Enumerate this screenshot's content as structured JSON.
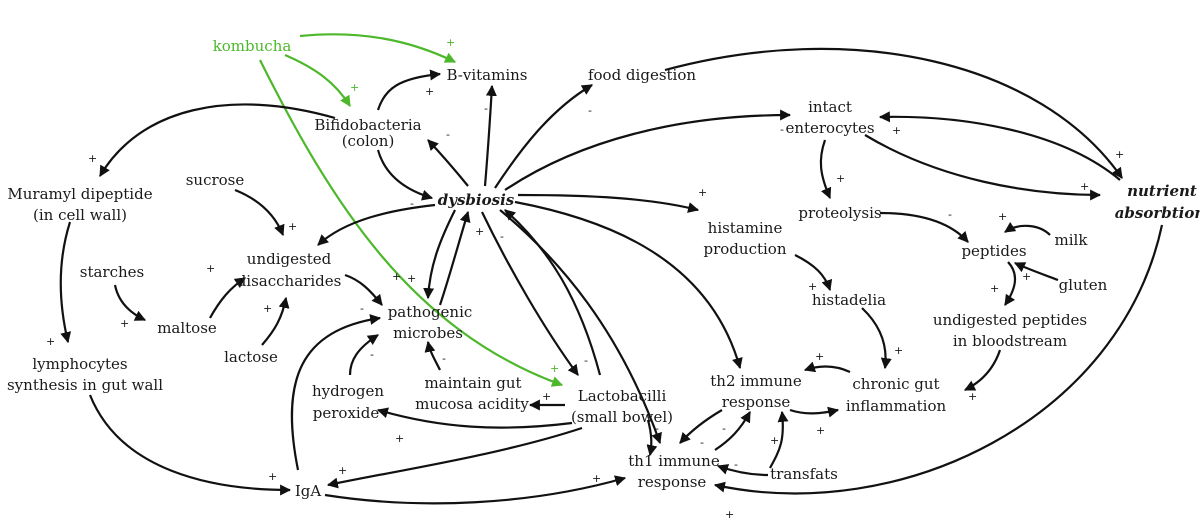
{
  "diagram": {
    "nodes": {
      "kombucha": "kombucha",
      "b_vitamins": "B-vitamins",
      "food_digestion": "food digestion",
      "bifido_1": "Bifidobacteria",
      "bifido_2": "(colon)",
      "intact_1": "intact",
      "intact_2": "enterocytes",
      "muramyl_1": "Muramyl dipeptide",
      "muramyl_2": "(in cell wall)",
      "sucrose": "sucrose",
      "dysbiosis": "dysbiosis",
      "nutrient_1": "nutrient",
      "nutrient_2": "absorbtion",
      "proteolysis": "proteolysis",
      "histamine_1": "histamine",
      "histamine_2": "production",
      "undig_dis_1": "undigested",
      "undig_dis_2": "disaccharides",
      "starches": "starches",
      "peptides": "peptides",
      "milk": "milk",
      "gluten": "gluten",
      "histadelia": "histadelia",
      "pathogenic_1": "pathogenic",
      "pathogenic_2": "microbes",
      "maltose": "maltose",
      "undig_pep_1": "undigested peptides",
      "undig_pep_2": "in bloodstream",
      "lactose": "lactose",
      "lymph_1": "lymphocytes",
      "lymph_2": "synthesis in gut wall",
      "hydrogen_1": "hydrogen",
      "hydrogen_2": "peroxide",
      "maintain_1": "maintain gut",
      "maintain_2": "mucosa acidity",
      "lacto_1": "Lactobacilli",
      "lacto_2": "(small bowel)",
      "th2_1": "th2 immune",
      "th2_2": "response",
      "chronic_1": "chronic gut",
      "chronic_2": "inflammation",
      "th1_1": "th1 immune",
      "th1_2": "response",
      "transfats": "transfats",
      "iga": "IgA"
    },
    "plus": "+",
    "minus": "-",
    "colors": {
      "ink": "#111111",
      "kombucha": "#4db82b"
    }
  }
}
